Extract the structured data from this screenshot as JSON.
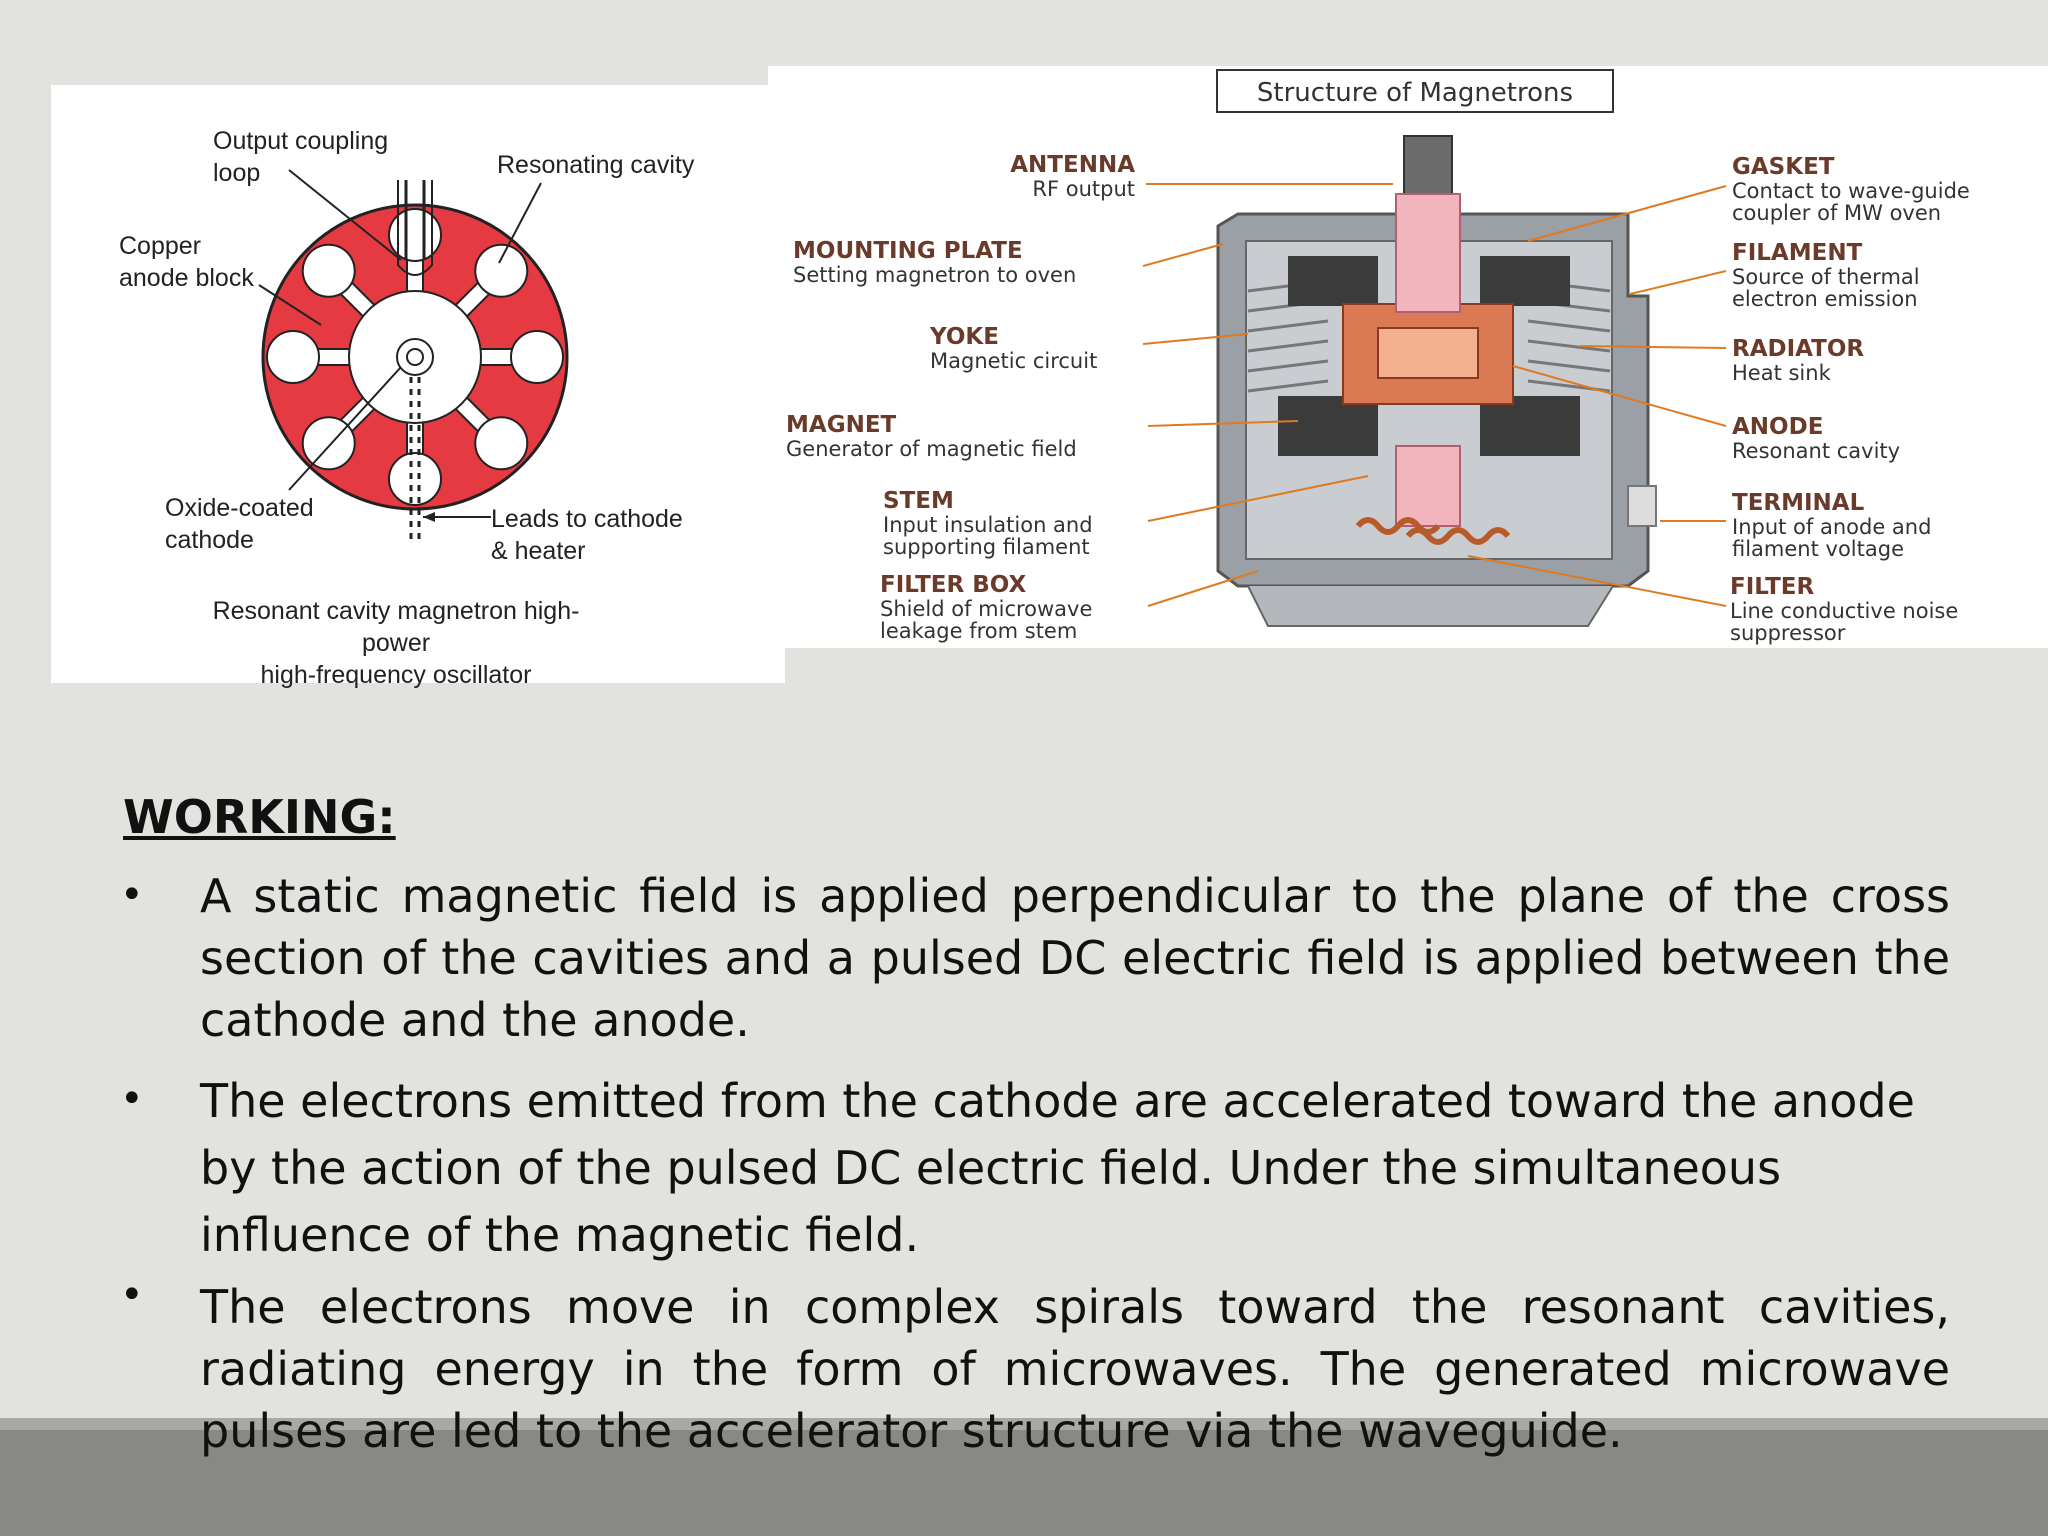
{
  "cavity_diagram": {
    "labels": {
      "output_coupling_loop": "Output coupling\nloop",
      "resonating_cavity": "Resonating cavity",
      "copper_anode_block": "Copper\nanode block",
      "oxide_coated_cathode": "Oxide-coated\ncathode",
      "leads_to_cathode": "Leads to cathode\n& heater"
    },
    "caption": "Resonant cavity magnetron high-power\nhigh-frequency oscillator",
    "colors": {
      "anode": "#e53a41",
      "cavity": "#ffffff",
      "outline": "#222222"
    }
  },
  "structure_diagram": {
    "title": "Structure of Magnetrons",
    "left_parts": [
      {
        "name": "ANTENNA",
        "desc": "RF output"
      },
      {
        "name": "MOUNTING PLATE",
        "desc": "Setting magnetron to oven"
      },
      {
        "name": "YOKE",
        "desc": "Magnetic circuit"
      },
      {
        "name": "MAGNET",
        "desc": "Generator of magnetic field"
      },
      {
        "name": "STEM",
        "desc": "Input insulation and\nsupporting filament"
      },
      {
        "name": "FILTER BOX",
        "desc": "Shield of microwave\nleakage from stem"
      }
    ],
    "right_parts": [
      {
        "name": "GASKET",
        "desc": "Contact to wave-guide\ncoupler of MW oven"
      },
      {
        "name": "FILAMENT",
        "desc": "Source of thermal\nelectron emission"
      },
      {
        "name": "RADIATOR",
        "desc": "Heat sink"
      },
      {
        "name": "ANODE",
        "desc": "Resonant cavity"
      },
      {
        "name": "TERMINAL",
        "desc": "Input of anode and\nfilament voltage"
      },
      {
        "name": "FILTER",
        "desc": "Line conductive noise\nsuppressor"
      }
    ],
    "colors": {
      "leader": "#e07a20",
      "metal": "#8a8d92",
      "copper": "#c8643a",
      "ceramic": "#f2b5bd"
    }
  },
  "working": {
    "heading": "WORKING:",
    "bullet_symbol": "•",
    "bullets": [
      "A static magnetic field is applied perpendicular to the plane of the cross section of the cavities and a pulsed DC electric field is applied between the cathode and the anode.",
      "The electrons emitted from the cathode are accelerated toward the anode by the action of the pulsed DC electric field. Under the simultaneous influence of the magnetic field.",
      "The electrons move in complex spirals toward the resonant cavities, radiating energy in the form of microwaves. The generated microwave pulses are led to the accelerator structure via the waveguide."
    ]
  }
}
